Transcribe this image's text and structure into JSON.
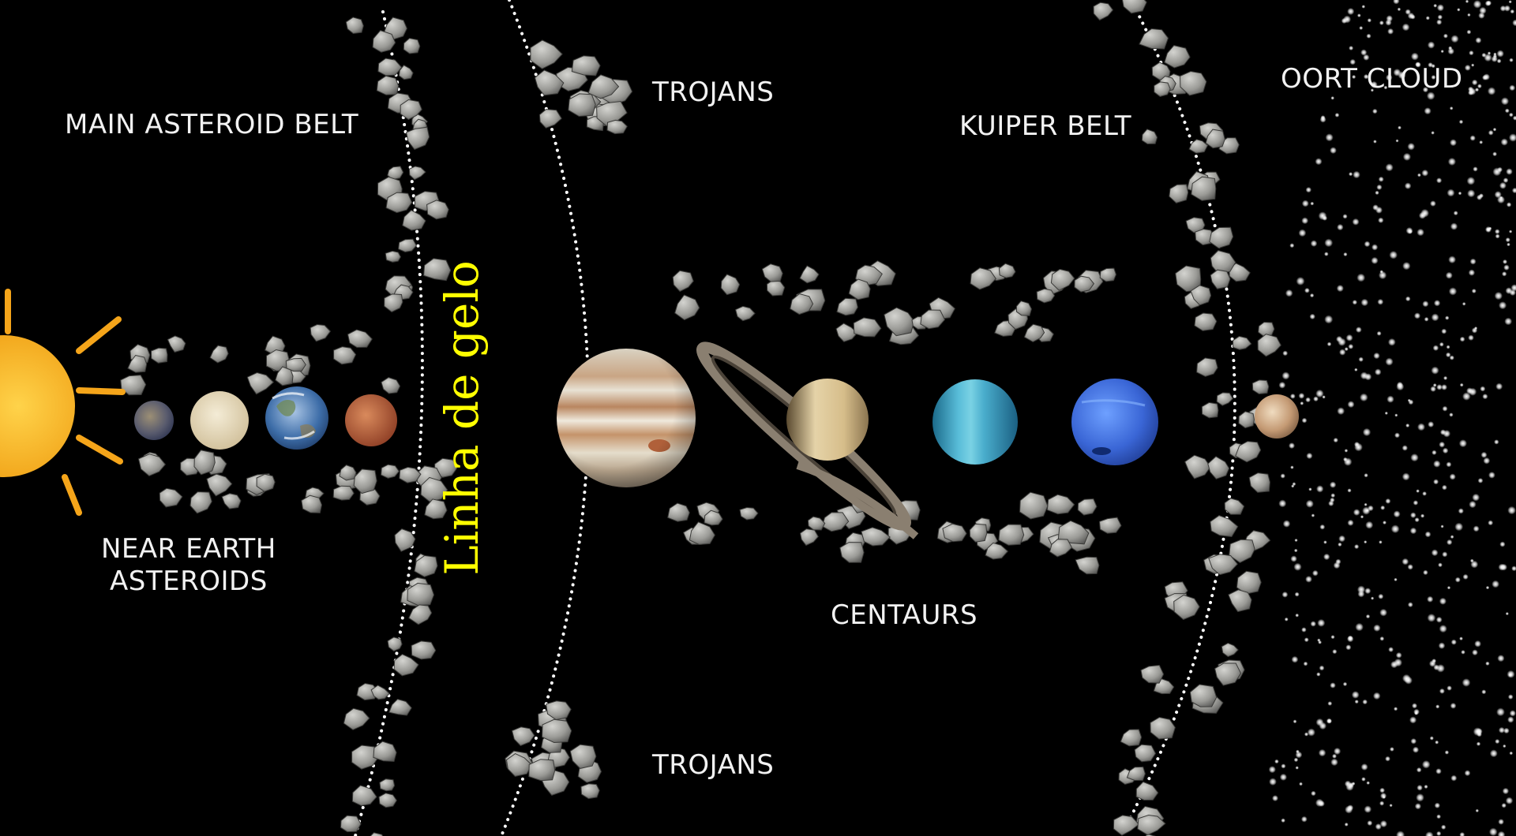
{
  "labels": {
    "main_asteroid_belt": "MAIN ASTEROID BELT",
    "near_earth_line1": "NEAR EARTH",
    "near_earth_line2": "ASTEROIDS",
    "trojans_top": "TROJANS",
    "trojans_bottom": "TROJANS",
    "kuiper_belt": "KUIPER BELT",
    "oort_cloud": "OORT CLOUD",
    "centaurs": "CENTAURS",
    "ice_line": "Linha de gelo"
  },
  "colors": {
    "background": "#000000",
    "label_text": "#f2f2f2",
    "ice_line_text": "#ffff00",
    "sun": "#f5b21a",
    "orbit_dots": "#ffffff",
    "asteroid": "#9a9a96"
  },
  "bodies": [
    "sun",
    "mercury",
    "venus",
    "earth",
    "mars",
    "jupiter",
    "saturn",
    "uranus",
    "neptune",
    "pluto"
  ]
}
